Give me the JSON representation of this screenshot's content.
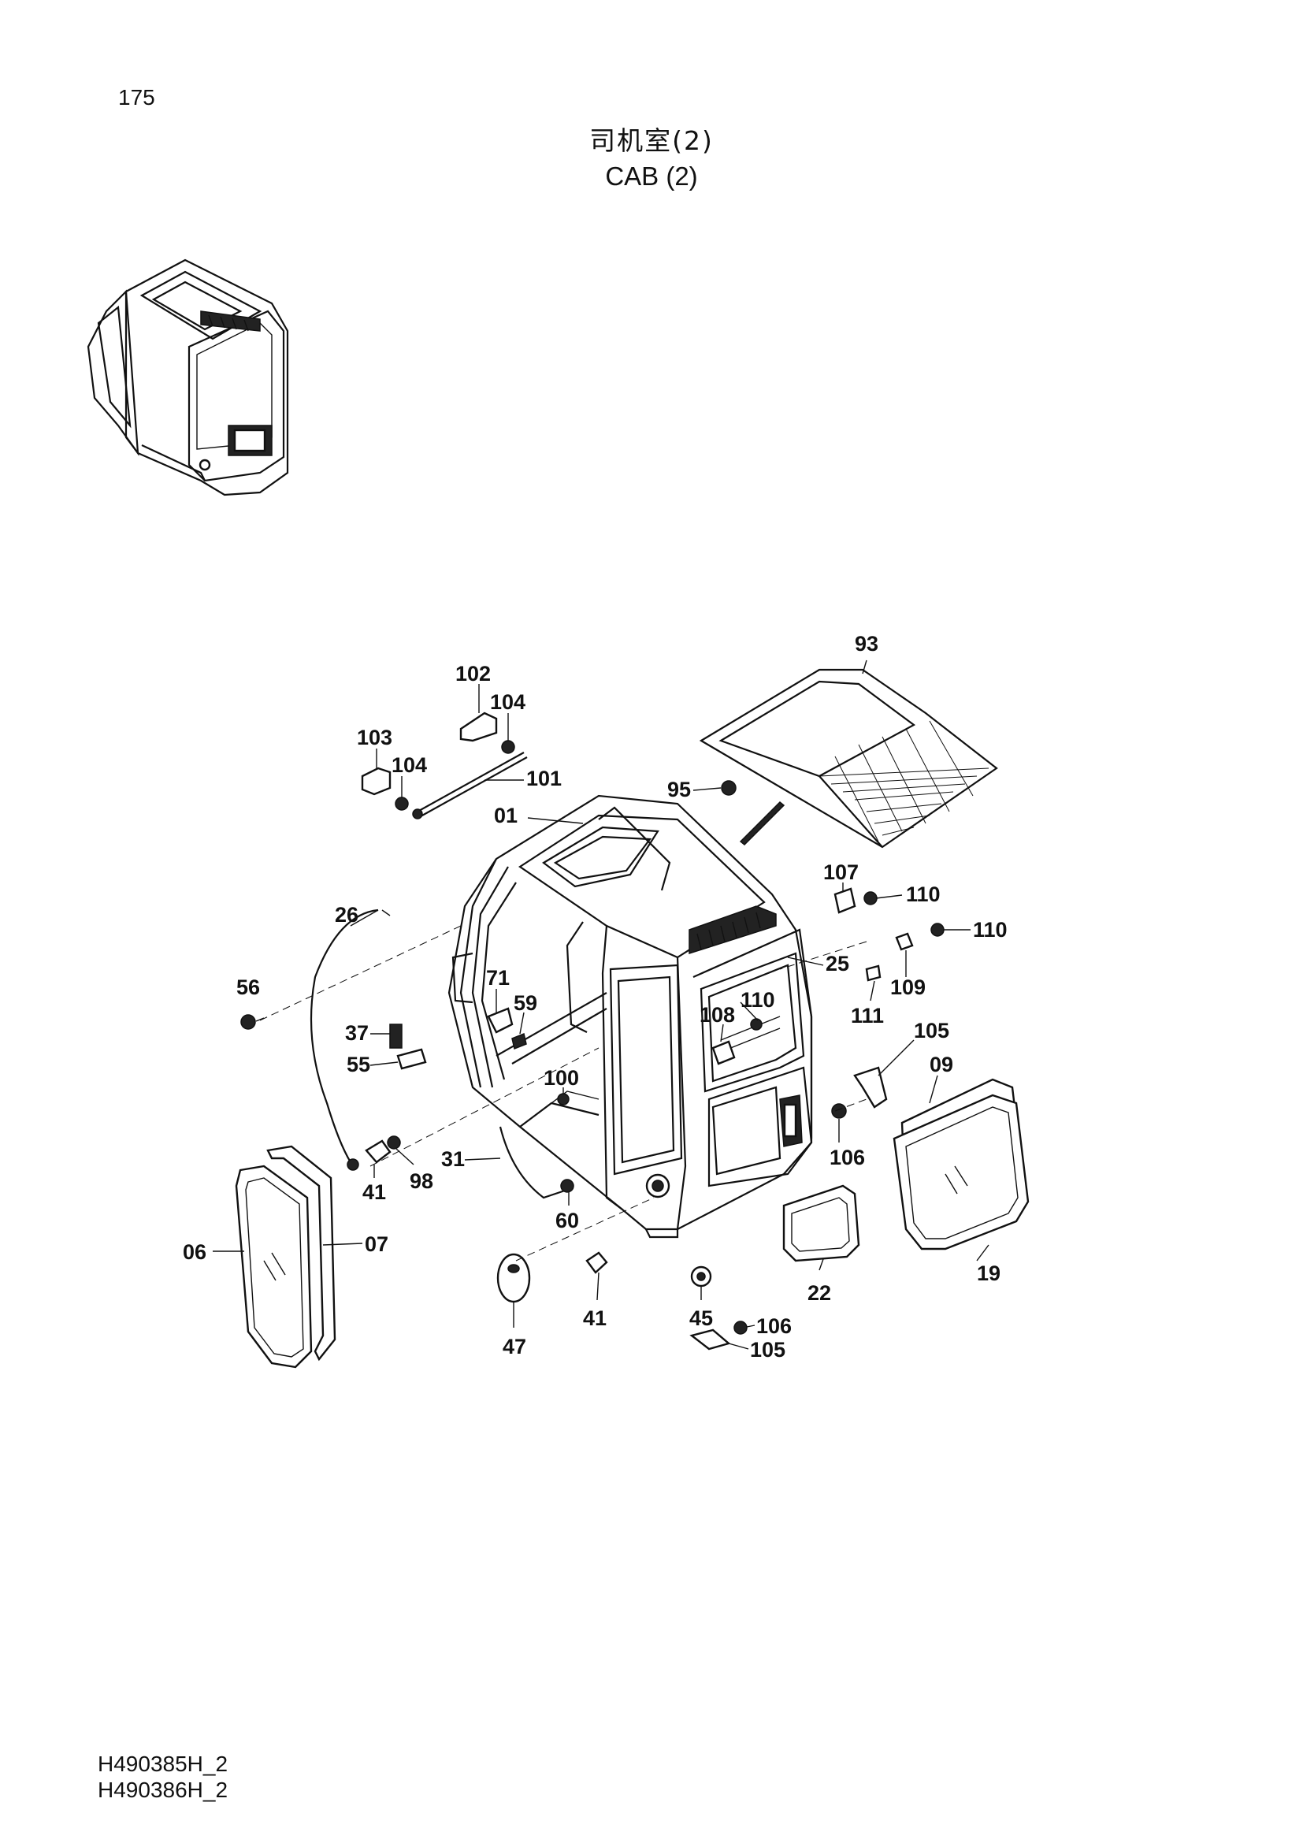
{
  "page": {
    "number": "175"
  },
  "title": {
    "chinese": "司机室(2)",
    "english": "CAB (2)"
  },
  "codes": [
    "H490385H_2",
    "H490386H_2"
  ],
  "callouts": [
    {
      "id": "c-93",
      "text": "93"
    },
    {
      "id": "c-102",
      "text": "102"
    },
    {
      "id": "c-104a",
      "text": "104"
    },
    {
      "id": "c-103",
      "text": "103"
    },
    {
      "id": "c-104b",
      "text": "104"
    },
    {
      "id": "c-101",
      "text": "101"
    },
    {
      "id": "c-95",
      "text": "95"
    },
    {
      "id": "c-01",
      "text": "01"
    },
    {
      "id": "c-26",
      "text": "26"
    },
    {
      "id": "c-107",
      "text": "107"
    },
    {
      "id": "c-110a",
      "text": "110"
    },
    {
      "id": "c-110b",
      "text": "110"
    },
    {
      "id": "c-25",
      "text": "25"
    },
    {
      "id": "c-109",
      "text": "109"
    },
    {
      "id": "c-56",
      "text": "56"
    },
    {
      "id": "c-71",
      "text": "71"
    },
    {
      "id": "c-59",
      "text": "59"
    },
    {
      "id": "c-110c",
      "text": "110"
    },
    {
      "id": "c-108",
      "text": "108"
    },
    {
      "id": "c-111",
      "text": "111"
    },
    {
      "id": "c-37",
      "text": "37"
    },
    {
      "id": "c-105a",
      "text": "105"
    },
    {
      "id": "c-55",
      "text": "55"
    },
    {
      "id": "c-09",
      "text": "09"
    },
    {
      "id": "c-100",
      "text": "100"
    },
    {
      "id": "c-106a",
      "text": "106"
    },
    {
      "id": "c-31",
      "text": "31"
    },
    {
      "id": "c-41a",
      "text": "41"
    },
    {
      "id": "c-98",
      "text": "98"
    },
    {
      "id": "c-60",
      "text": "60"
    },
    {
      "id": "c-06",
      "text": "06"
    },
    {
      "id": "c-07",
      "text": "07"
    },
    {
      "id": "c-22",
      "text": "22"
    },
    {
      "id": "c-19",
      "text": "19"
    },
    {
      "id": "c-41b",
      "text": "41"
    },
    {
      "id": "c-45",
      "text": "45"
    },
    {
      "id": "c-106b",
      "text": "106"
    },
    {
      "id": "c-47",
      "text": "47"
    },
    {
      "id": "c-105b",
      "text": "105"
    }
  ]
}
